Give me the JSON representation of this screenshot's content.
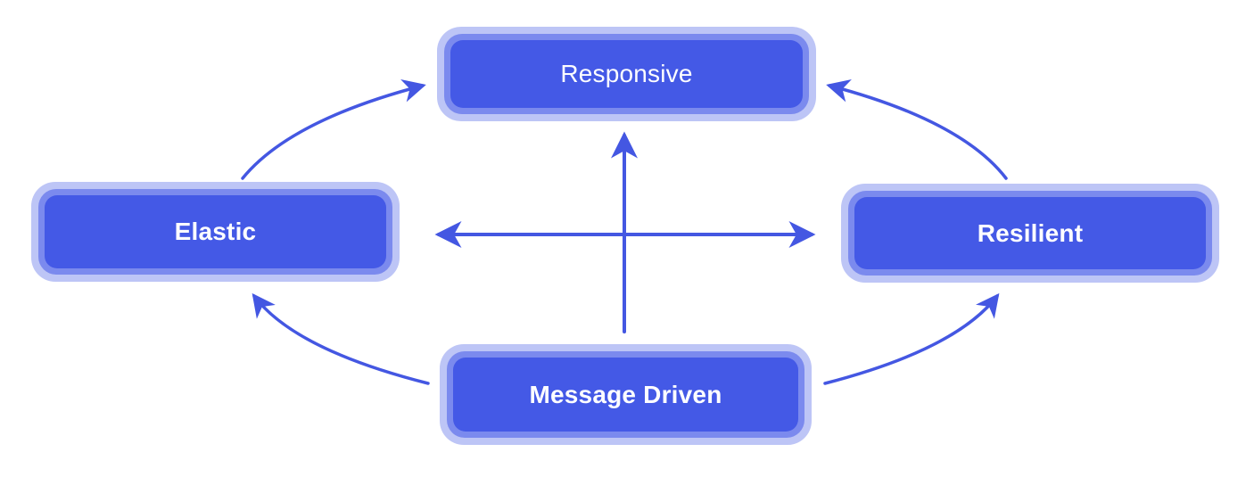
{
  "diagram": {
    "name": "reactive-traits-diagram",
    "nodes": [
      {
        "id": "responsive",
        "label": "Responsive"
      },
      {
        "id": "elastic",
        "label": "Elastic"
      },
      {
        "id": "resilient",
        "label": "Resilient"
      },
      {
        "id": "message-driven",
        "label": "Message Driven"
      }
    ],
    "edges": [
      {
        "from": "message-driven",
        "to": "responsive",
        "style": "straight",
        "heads": "single"
      },
      {
        "from": "elastic",
        "to": "resilient",
        "style": "straight",
        "heads": "double"
      },
      {
        "from": "elastic",
        "to": "responsive",
        "style": "curved",
        "heads": "single"
      },
      {
        "from": "resilient",
        "to": "responsive",
        "style": "curved",
        "heads": "single"
      },
      {
        "from": "message-driven",
        "to": "elastic",
        "style": "curved",
        "heads": "single"
      },
      {
        "from": "message-driven",
        "to": "resilient",
        "style": "curved",
        "heads": "single"
      }
    ],
    "colors": {
      "node_fill": "#4459e6",
      "node_ring": "#7b8aee",
      "node_halo": "#bdc5f6",
      "arrow": "#4457e2",
      "text": "#fdfdff",
      "background": "#ffffff"
    }
  }
}
